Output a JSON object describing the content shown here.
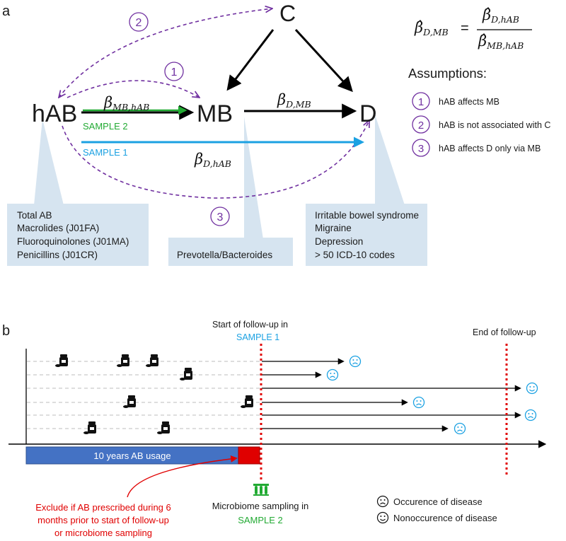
{
  "panel_a": {
    "label": "a",
    "nodes": {
      "hab": "hAB",
      "mb": "MB",
      "d": "D",
      "c": "C"
    },
    "edges": {
      "beta_mb_hab": {
        "main": "β",
        "sub": "MB,hAB"
      },
      "beta_d_mb": {
        "main": "β",
        "sub": "D,MB"
      },
      "beta_d_hab": {
        "main": "β",
        "sub": "D,hAB"
      }
    },
    "sample2_label": "SAMPLE 2",
    "sample1_label": "SAMPLE 1",
    "formula": {
      "lhs_main": "β̂",
      "lhs_sub": "D,MB",
      "equals": "=",
      "num_main": "β̂",
      "num_sub": "D,hAB",
      "den_main": "β̂",
      "den_sub": "MB,hAB"
    },
    "assumptions_title": "Assumptions:",
    "assumptions": [
      {
        "num": "1",
        "text": "hAB affects MB"
      },
      {
        "num": "2",
        "text": "hAB is not associated with C"
      },
      {
        "num": "3",
        "text": "hAB affects D only via MB"
      }
    ],
    "path_markers": [
      "2",
      "1",
      "3"
    ],
    "callouts": {
      "hab": [
        "Total AB",
        "Macrolides (J01FA)",
        "Fluoroquinolones (J01MA)",
        "Penicillins (J01CR)"
      ],
      "mb": [
        "Prevotella/Bacteroides"
      ],
      "d": [
        "Irritable bowel syndrome",
        "Migraine",
        "Depression",
        "> 50 ICD-10 codes"
      ]
    }
  },
  "panel_b": {
    "label": "b",
    "start_followup": "Start of follow-up in",
    "start_followup_sample": "SAMPLE 1",
    "end_followup": "End of follow-up",
    "usage_bar_label": "10 years AB usage",
    "exclusion_note": [
      "Exclude if AB prescribed during 6",
      "months prior to start of follow-up",
      "or microbiome sampling"
    ],
    "microbiome_sampling": "Microbiome sampling in",
    "microbiome_sample": "SAMPLE 2",
    "legend": [
      {
        "icon": "sad-face-icon",
        "text": "Occurence of disease"
      },
      {
        "icon": "happy-face-icon",
        "text": "Nonoccurence of disease"
      }
    ],
    "colors": {
      "bar": "#4472c4",
      "exclusion_bar": "#e00000",
      "dotted_lines": "#e00000",
      "sample1": "#1ba1e2",
      "sample2": "#22aa33",
      "paths": "#7030a0",
      "callout": "#d6e4f0"
    }
  }
}
